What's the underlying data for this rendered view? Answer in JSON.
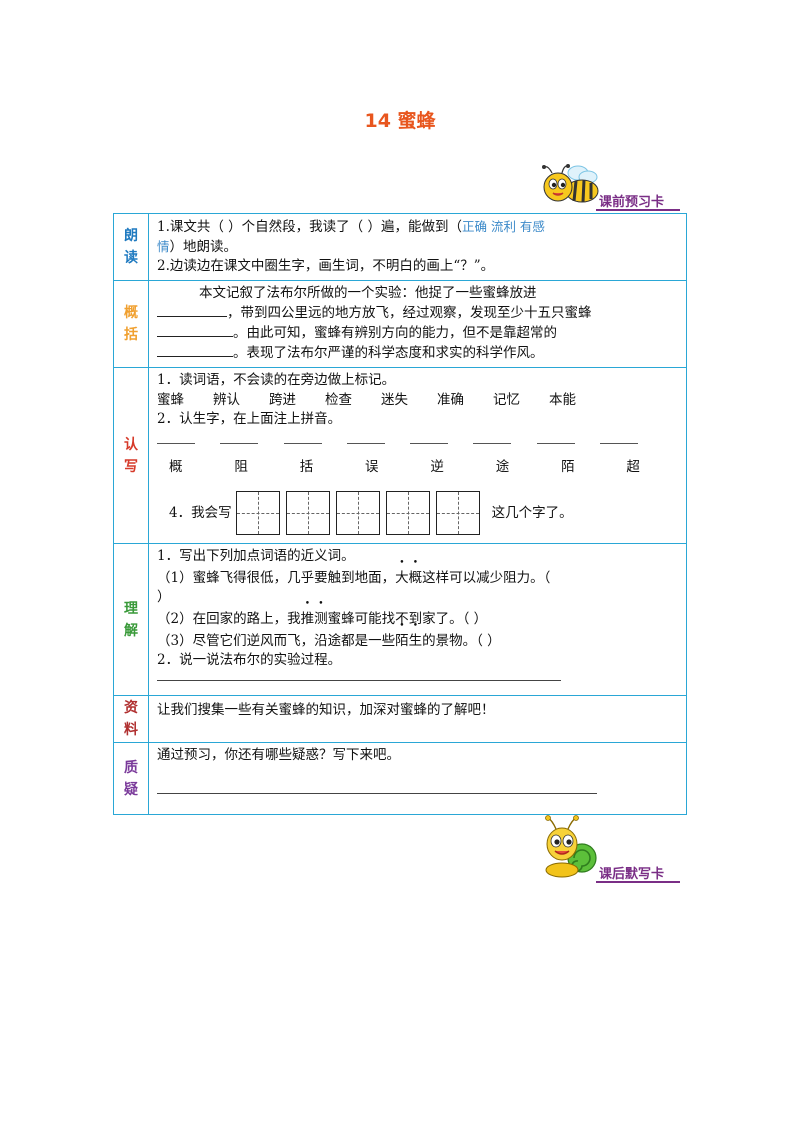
{
  "title": "14 蜜蜂",
  "badges": {
    "before": "课前预习卡",
    "after": "课后默写卡"
  },
  "rows": {
    "langdu": {
      "label1": "朗",
      "label2": "读",
      "line1_a": "1.课文共（    ）个自然段，我读了（    ）遍，能做到（",
      "line1_blue": "正确 流利 有感",
      "line2_blue": "情",
      "line2_b": "）地朗读。",
      "line3": "2.边读边在课文中圈生字，画生词，不明白的画上“？”。"
    },
    "gaikuo": {
      "label1": "概",
      "label2": "括",
      "line1": "本文记叙了法布尔所做的一个实验：他捉了一些蜜蜂放进",
      "line2": "，带到四公里远的地方放飞，经过观察，发现至少十五只蜜蜂",
      "line3": "。由此可知，蜜蜂有辨别方向的能力，但不是靠超常的",
      "line4": "。表现了法布尔严谨的科学态度和求实的科学作风。"
    },
    "renxie": {
      "label1": "认",
      "label2": "写",
      "q1": "1．读词语，不会读的在旁边做上标记。",
      "words": [
        "蜜蜂",
        "辨认",
        "跨进",
        "检查",
        "迷失",
        "准确",
        "记忆",
        "本能"
      ],
      "q2": "2．认生字，在上面注上拼音。",
      "chars": [
        "概",
        "阻",
        "括",
        "误",
        "逆",
        "途",
        "陌",
        "超"
      ],
      "q4_prefix": "4．我会写",
      "q4_suffix": "这几个字了。"
    },
    "lijie": {
      "label1": "理",
      "label2": "解",
      "q1": "1．写出下列加点词语的近义词。",
      "s1_a": "（1）蜜蜂飞得很低，几乎要触到地面，",
      "s1_dot1": "大",
      "s1_dot2": "概",
      "s1_b": "这样可以减少阻力。（",
      "s1_c": "）",
      "s2_a": "（2）在回家的路上，我",
      "s2_dot1": "推",
      "s2_dot2": "测",
      "s2_b": "蜜蜂可能找不到家了。（            ）",
      "s3_a": "（3）尽管它们逆风而飞，沿途都是一些",
      "s3_dot1": "陌",
      "s3_dot2": "生",
      "s3_b": "的景物。（            ）",
      "q2": "2．说一说法布尔的实验过程。"
    },
    "ziliao": {
      "label1": "资",
      "label2": "料",
      "text": "让我们搜集一些有关蜜蜂的知识，加深对蜜蜂的了解吧！"
    },
    "zhiyi": {
      "label1": "质",
      "label2": "疑",
      "text": "通过预习，你还有哪些疑惑？写下来吧。"
    }
  },
  "colors": {
    "title": "#e8561e",
    "border": "#2aa7d6",
    "badge": "#7a2e86",
    "label_blue": "#1f7ac0",
    "label_orange": "#f0a030",
    "label_red": "#d63a2a",
    "label_green": "#3a9a3a",
    "label_darkred": "#b03030",
    "label_purple": "#7a3a9a"
  },
  "icons": [
    "bee-mascot-icon",
    "snail-mascot-icon"
  ]
}
